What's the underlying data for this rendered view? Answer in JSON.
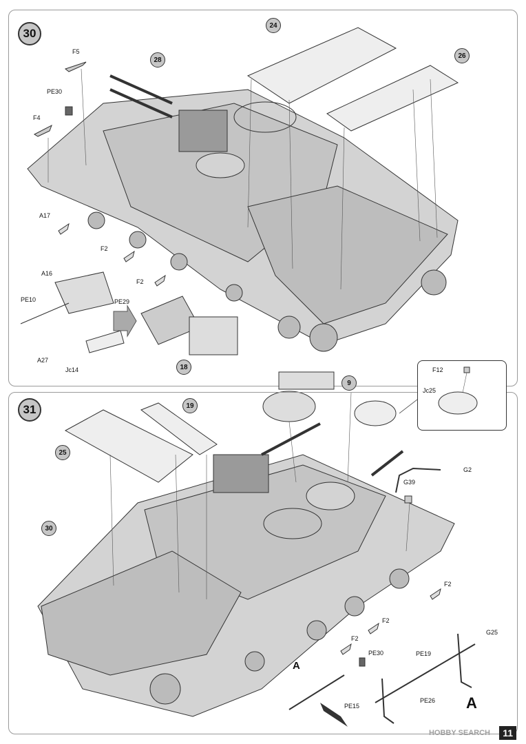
{
  "steps": {
    "s30": "30",
    "s31": "31"
  },
  "callouts": {
    "c24": "24",
    "c26": "26",
    "c28": "28",
    "c18": "18",
    "c19": "19",
    "c25": "25",
    "c30": "30",
    "c9": "9"
  },
  "labels30": {
    "F5": "F5",
    "PE30": "PE30",
    "F4": "F4",
    "A17": "A17",
    "F2a": "F2",
    "F2b": "F2",
    "A16": "A16",
    "PE10": "PE10",
    "PE29": "PE29",
    "A27": "A27",
    "Jc14": "Jc14"
  },
  "labels31": {
    "F12": "F12",
    "Jc25": "Jc25",
    "G2": "G2",
    "G39": "G39",
    "F2a": "F2",
    "F2b": "F2",
    "F2c": "F2",
    "PE30": "PE30",
    "G25": "G25",
    "PE19": "PE19",
    "PE26": "PE26",
    "PE15": "PE15",
    "A_mid": "A",
    "A_big": "A"
  },
  "watermark": "HOBBY SEARCH",
  "page_number": "11"
}
